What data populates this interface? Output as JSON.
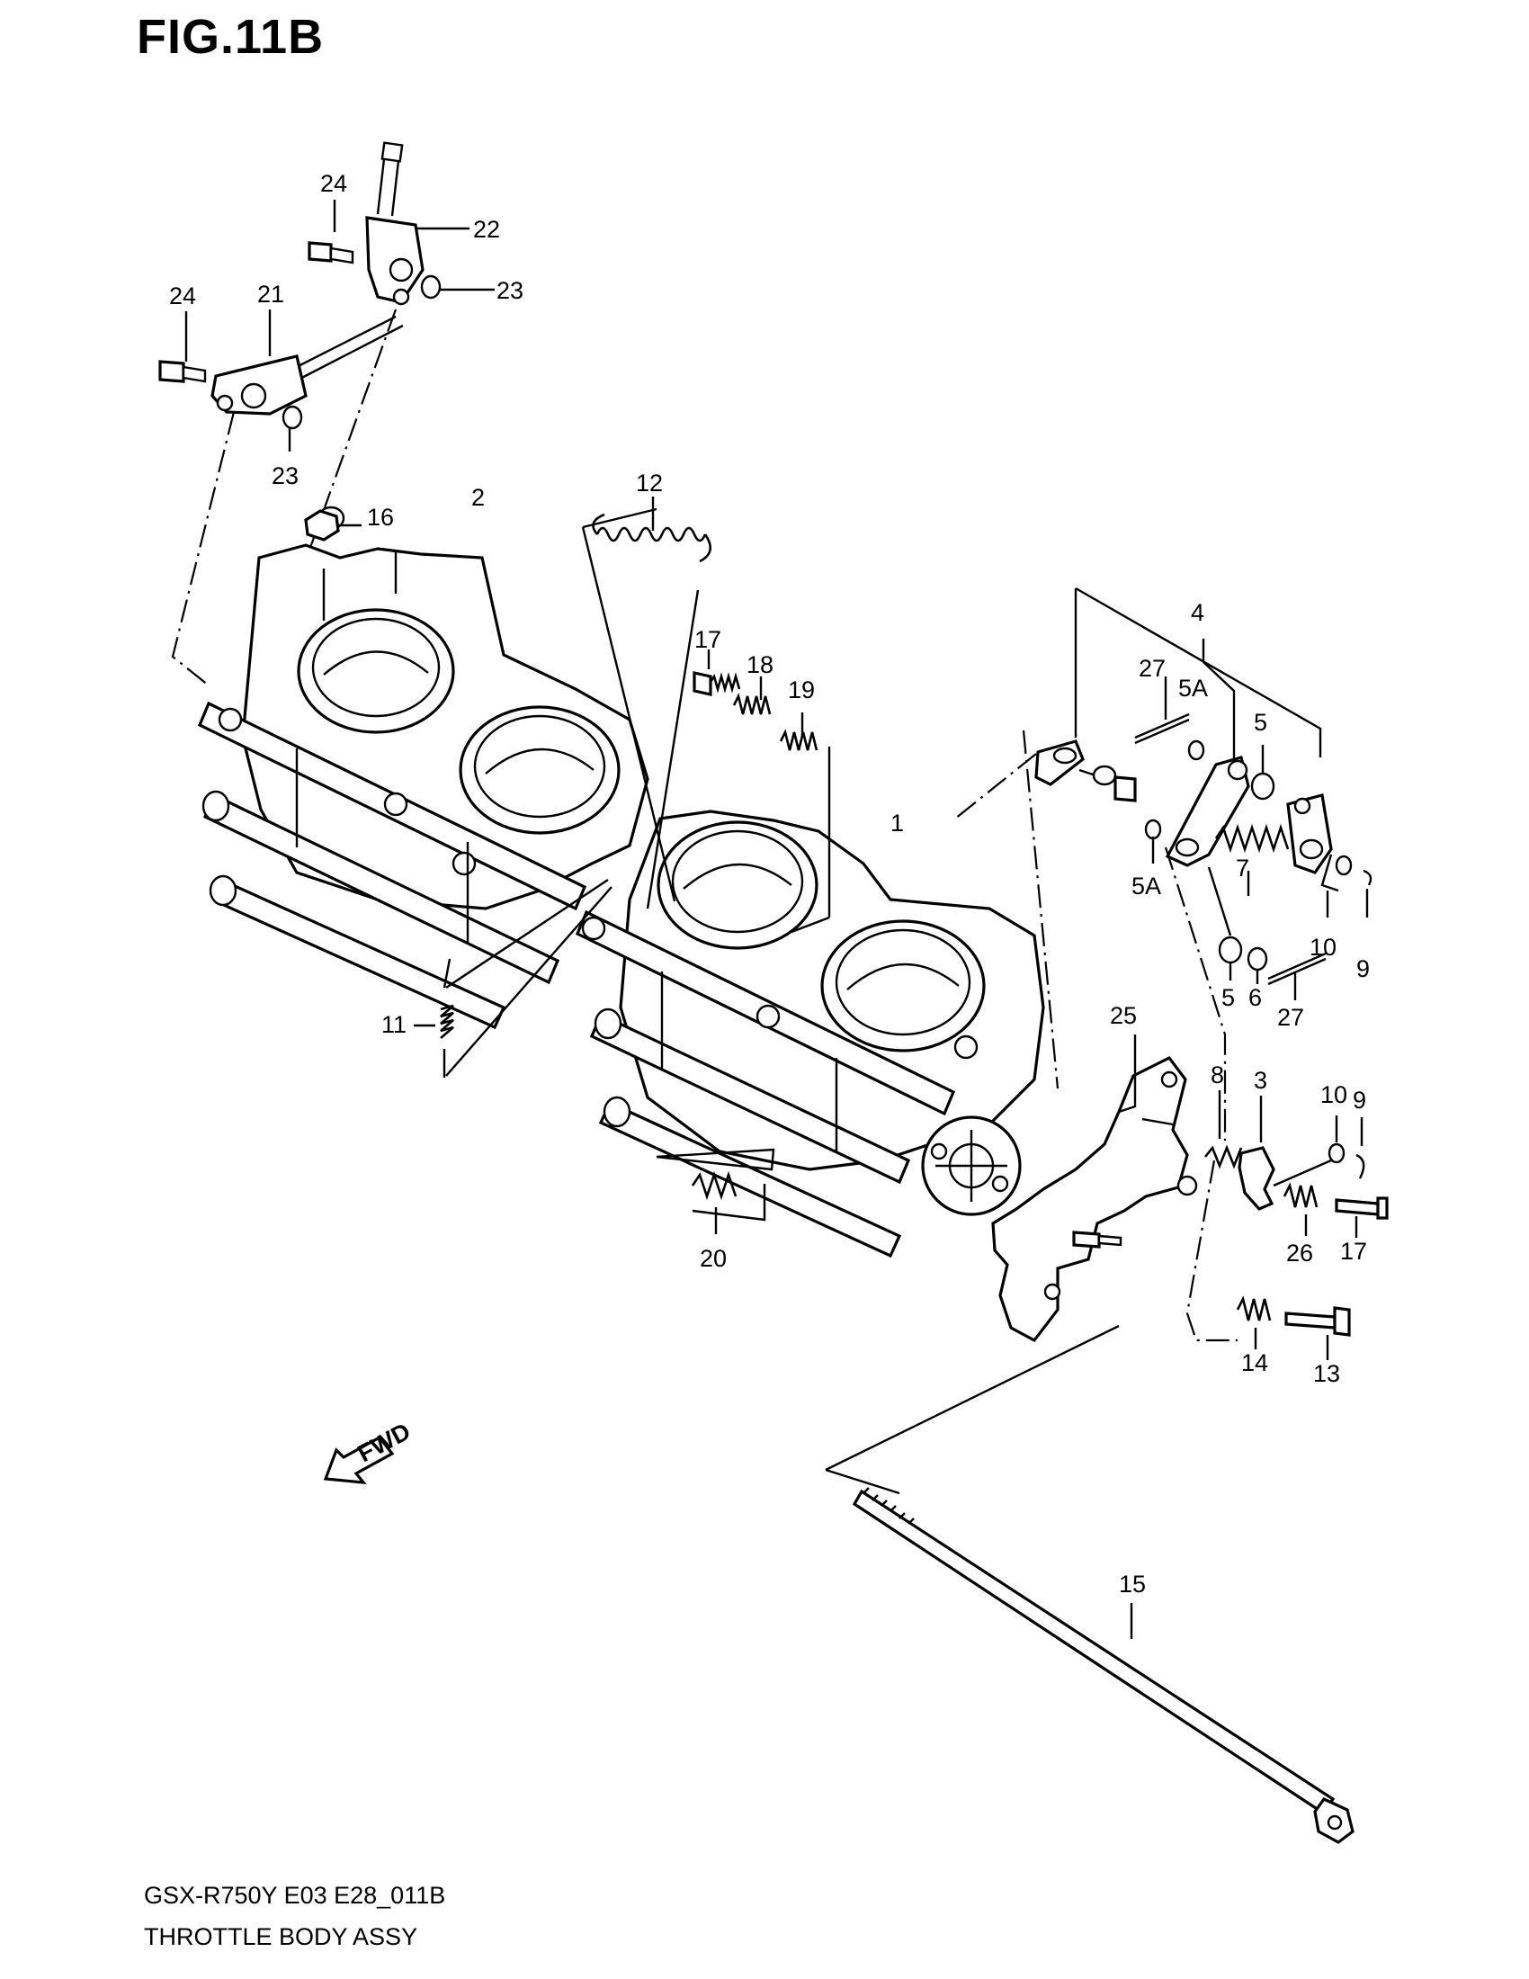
{
  "figure": {
    "title": "FIG.11B",
    "model_code": "GSX-R750Y E03 E28_011B",
    "assembly_title": "THROTTLE BODY ASSY"
  },
  "icons": {
    "fwd_arrow": "fwd-arrow-icon",
    "fwd_text": "FWD"
  },
  "part_labels": {
    "p1": "1",
    "p2": "2",
    "p3": "3",
    "p4": "4",
    "p5a_top": "5",
    "p5a_bot": "5",
    "p5A_top": "5A",
    "p5A_bot": "5A",
    "p6": "6",
    "p7": "7",
    "p8": "8",
    "p9_top": "9",
    "p9_bot": "9",
    "p10_top": "10",
    "p10_bot": "10",
    "p11": "11",
    "p12": "12",
    "p13": "13",
    "p14": "14",
    "p15": "15",
    "p16": "16",
    "p17_top": "17",
    "p17_bot": "17",
    "p18": "18",
    "p19": "19",
    "p20": "20",
    "p21": "21",
    "p22": "22",
    "p23_right": "23",
    "p23_below": "23",
    "p24_top": "24",
    "p24_left": "24",
    "p25": "25",
    "p26": "26",
    "p27_top": "27",
    "p27_bot": "27"
  }
}
